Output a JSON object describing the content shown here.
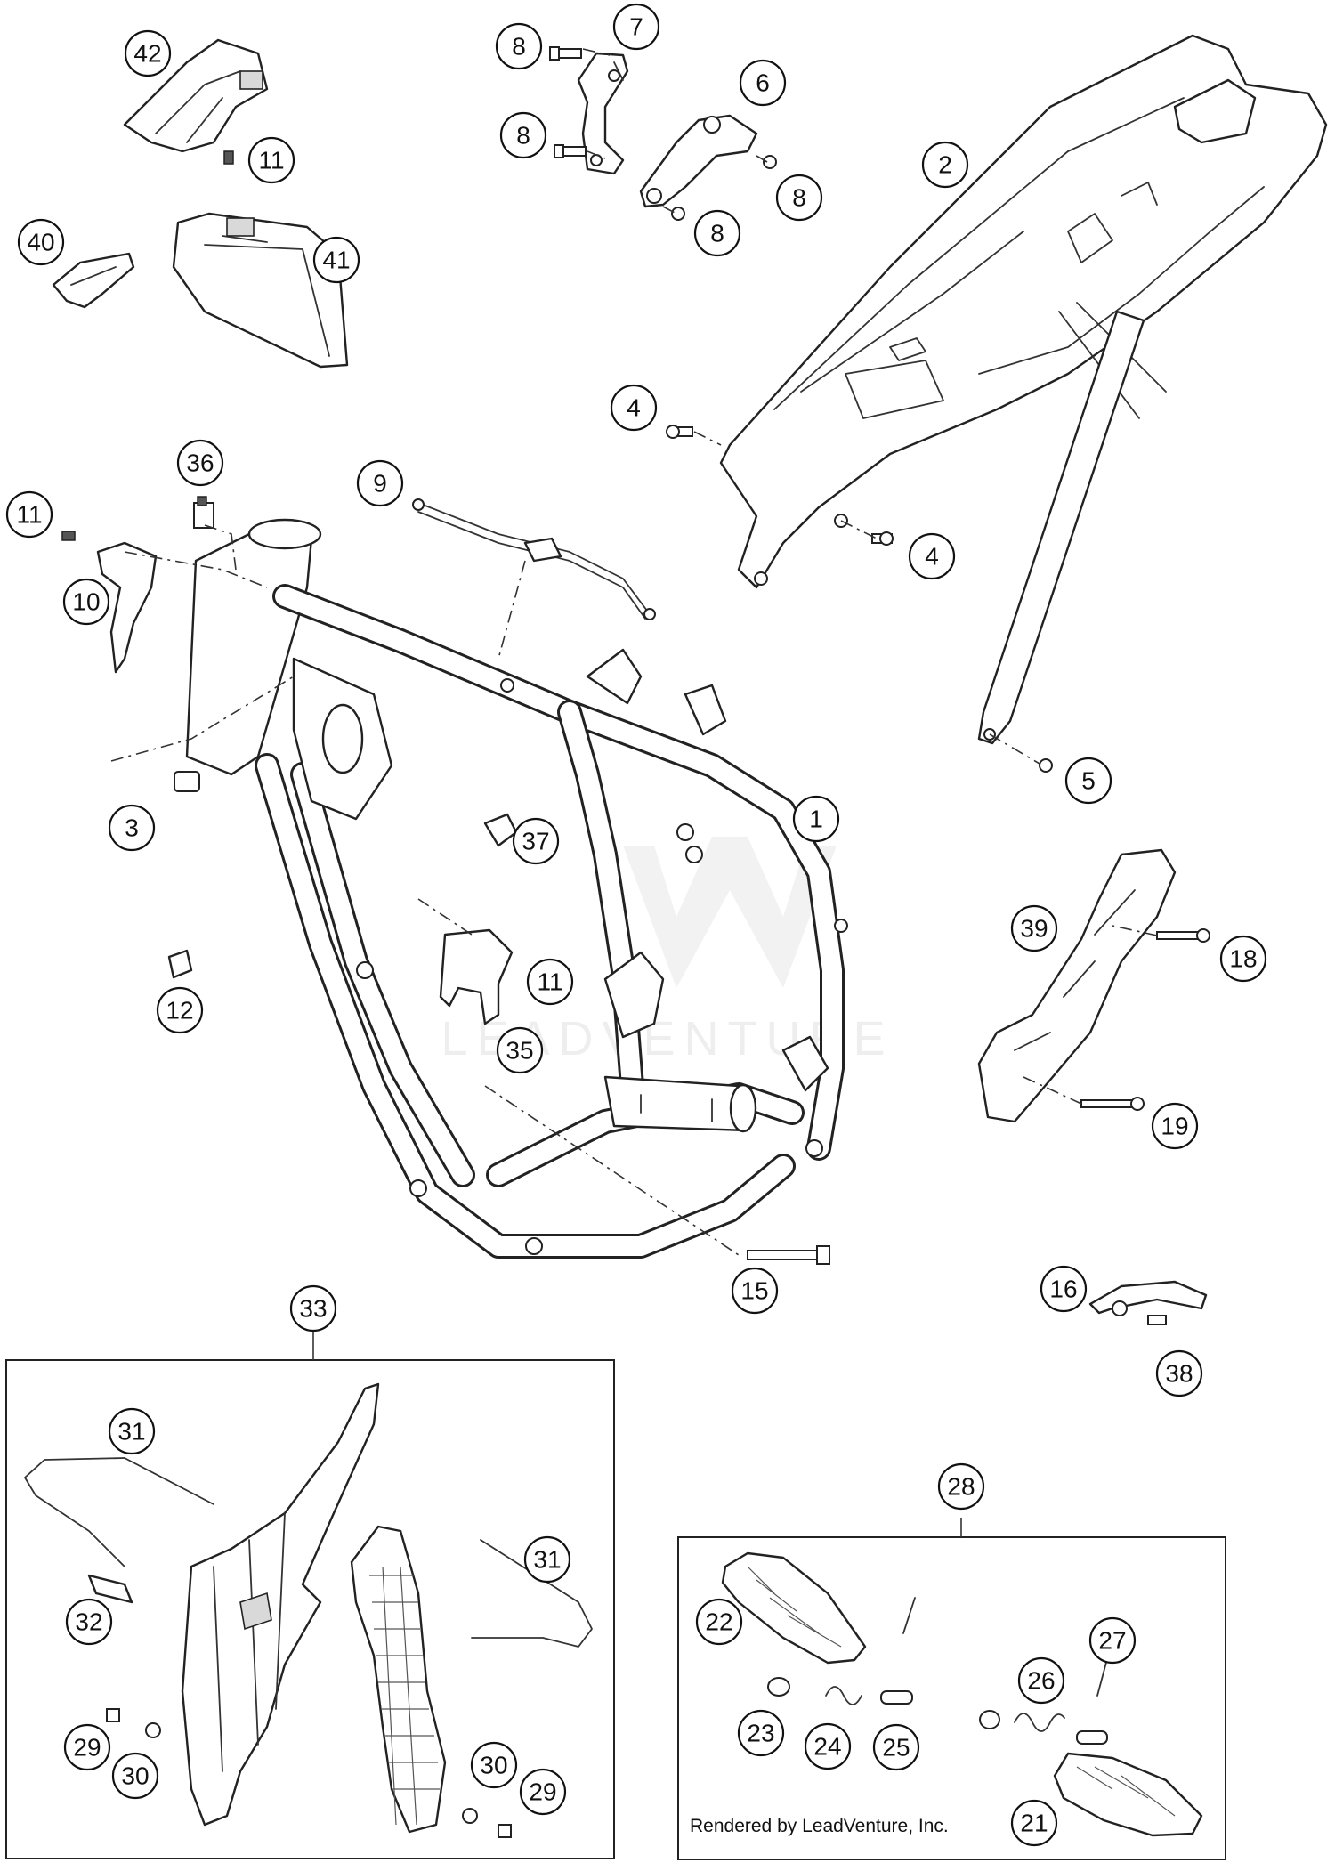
{
  "footer": {
    "text": "Rendered by LeadVenture, Inc."
  },
  "watermark": {
    "text": "LEADVENTURE"
  },
  "callouts": [
    "42",
    "11",
    "40",
    "41",
    "8",
    "7",
    "8",
    "6",
    "8",
    "8",
    "2",
    "4",
    "4",
    "5",
    "36",
    "11",
    "10",
    "9",
    "3",
    "37",
    "1",
    "12",
    "11",
    "35",
    "39",
    "18",
    "19",
    "15",
    "16",
    "38",
    "33",
    "31",
    "32",
    "31",
    "29",
    "30",
    "30",
    "29",
    "28",
    "22",
    "27",
    "26",
    "23",
    "24",
    "25",
    "21"
  ]
}
